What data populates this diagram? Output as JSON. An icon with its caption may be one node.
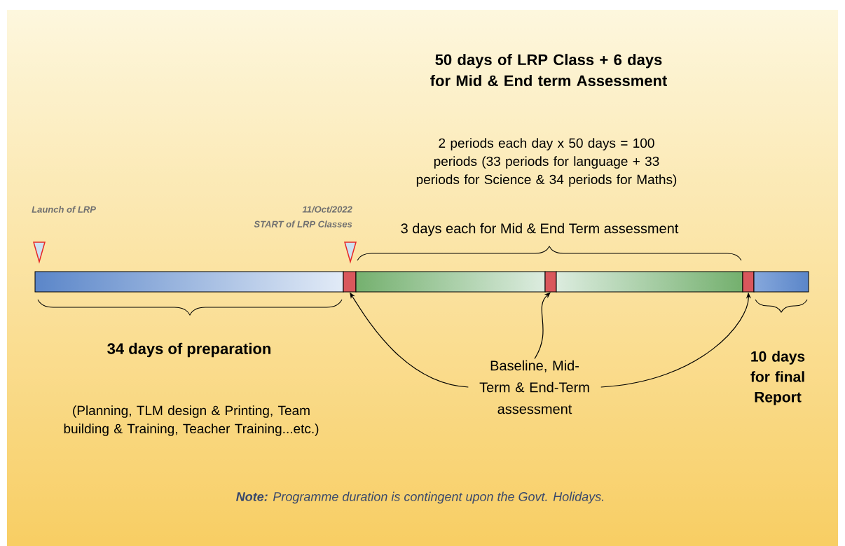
{
  "diagram": {
    "nodes": [
      {
        "text": [],
        "shape": "bar"
      },
      {
        "text": [],
        "shape": "bar"
      },
      {
        "text": [],
        "shape": "bar"
      },
      {
        "text": [],
        "shape": "bar"
      },
      {
        "text": [],
        "shape": "bar"
      },
      {
        "text": [],
        "shape": "bar"
      },
      {
        "text": [],
        "shape": "bar"
      },
      {
        "text": [
          "Baseline, Mid-Term & End-Term assessment"
        ]
      }
    ],
    "edges": [
      {
        "from": 7,
        "to": 1,
        "arrow": "to"
      },
      {
        "from": 7,
        "to": 3,
        "arrow": "to"
      },
      {
        "from": 7,
        "to": 5,
        "arrow": "to"
      }
    ],
    "labels": [
      "50 days of LRP Class + 6 days for Mid & End term Assessment",
      "2 periods each day x 50 days = 100 periods (33 periods for language + 33 periods for Science & 34 periods for Maths)",
      "Launch of LRP",
      "11/Oct/2022",
      "START of LRP Classes",
      "3 days each for Mid & End Term assessment",
      "34 days of preparation",
      "(Planning, TLM design & Printing, Team building & Training, Teacher Training...etc.)",
      "10 days for final Report",
      "**Note:** Programme duration is contingent upon the Govt. Holidays."
    ]
  }
}
